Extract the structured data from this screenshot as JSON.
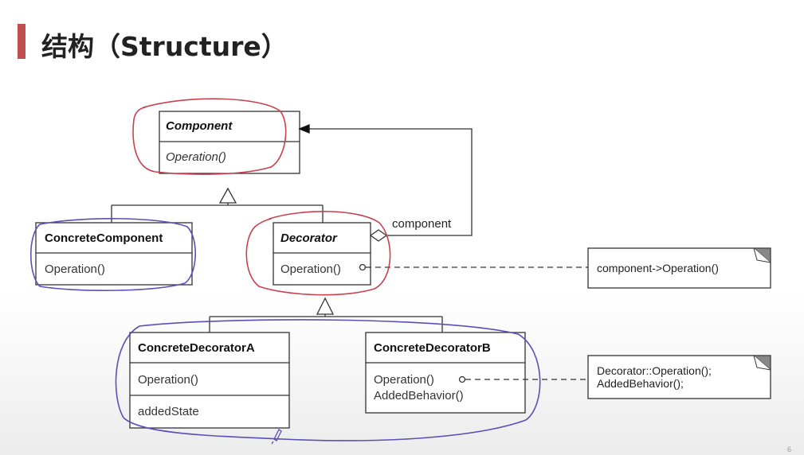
{
  "slide": {
    "title": "结构（Structure）",
    "page_number": "6"
  },
  "diagram": {
    "classes": {
      "component": {
        "name": "Component",
        "operation": "Operation()"
      },
      "concrete_component": {
        "name": "ConcreteComponent",
        "operation": "Operation()"
      },
      "decorator": {
        "name": "Decorator",
        "operation": "Operation()"
      },
      "concrete_decorator_a": {
        "name": "ConcreteDecoratorA",
        "operation": "Operation()",
        "attribute": "addedState"
      },
      "concrete_decorator_b": {
        "name": "ConcreteDecoratorB",
        "operation": "Operation()",
        "behavior": "AddedBehavior()"
      }
    },
    "association_label": "component",
    "notes": {
      "decorator_note": [
        "component->Operation()"
      ],
      "decorator_b_note": [
        "Decorator::Operation();",
        "AddedBehavior();"
      ]
    }
  },
  "colors": {
    "title_accent": "#c0504d",
    "annotation_red": "#c9404f",
    "annotation_blue": "#5b4fb8"
  }
}
